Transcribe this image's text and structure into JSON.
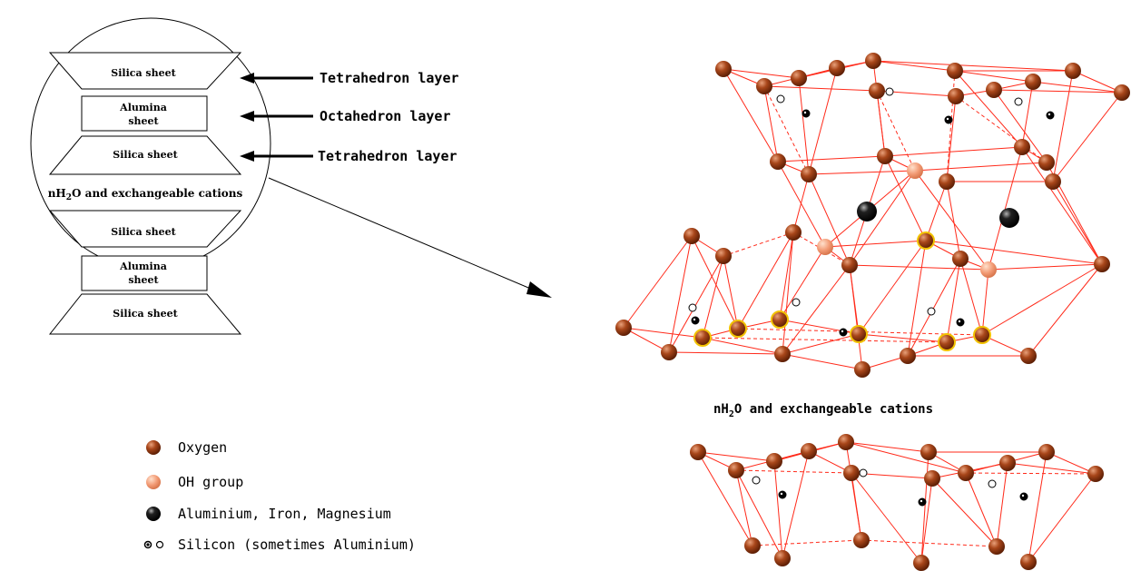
{
  "diagram": {
    "sheets": {
      "silica_top": "Silica sheet",
      "alumina_top_1": "Alumina",
      "alumina_top_2": "sheet",
      "silica_mid": "Silica sheet",
      "cations_n": "nH",
      "cations_sub": "2",
      "cations_rest": "O and exchangeable cations",
      "silica_lower": "Silica sheet",
      "alumina_bottom_1": "Alumina",
      "alumina_bottom_2": "sheet",
      "silica_bottom": "Silica sheet"
    },
    "layers": {
      "tetra_top": "Tetrahedron layer",
      "octa": "Octahedron layer",
      "tetra_bottom": "Tetrahedron layer"
    },
    "structure_caption": {
      "n": "nH",
      "sub": "2",
      "rest": "O and exchangeable cations"
    },
    "legend": [
      {
        "label": "Oxygen",
        "icon": "oxygen-atom-icon",
        "color": "#9a3a0e"
      },
      {
        "label": "OH group",
        "icon": "oh-group-icon",
        "color": "#f29a74"
      },
      {
        "label": "Aluminium, Iron, Magnesium",
        "icon": "metal-atom-icon",
        "color": "#000000"
      },
      {
        "label": "Silicon (sometimes Aluminium)",
        "icon": "silicon-atom-icon",
        "color": "#000000"
      }
    ],
    "colors": {
      "bond": "#ff2a1a",
      "oxygen": "#9a3a0e",
      "oh": "#f29a74",
      "metal": "#000000",
      "ring": "#f2c200"
    }
  }
}
